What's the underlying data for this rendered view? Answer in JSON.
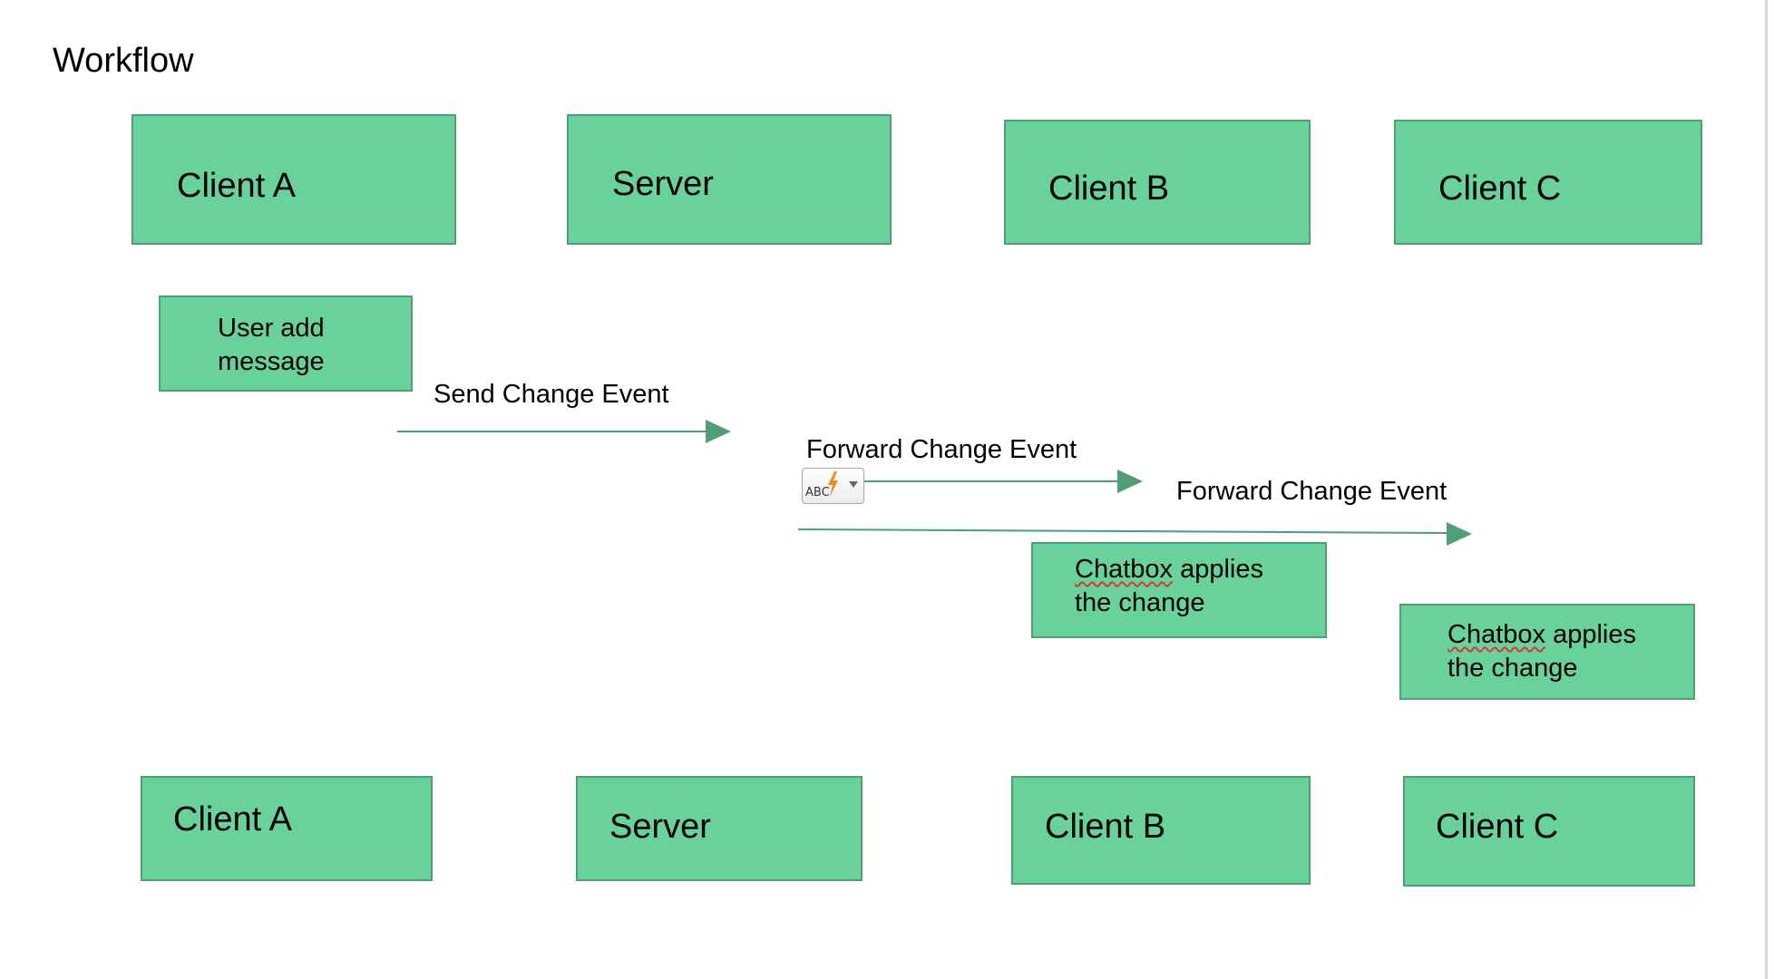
{
  "title": "Workflow",
  "colors": {
    "node_fill": "#68d29a",
    "node_border": "#4f9e74",
    "arrow": "#4f9e74",
    "spellcheck_underline": "#d63a3a"
  },
  "lanes_top": [
    "Client A",
    "Server",
    "Client B",
    "Client C"
  ],
  "lanes_bottom": [
    "Client A",
    "Server",
    "Client B",
    "Client C"
  ],
  "steps": {
    "user_add": "User add\nmessage",
    "chatbox_b": {
      "word": "Chatbox",
      "rest": " applies\nthe change"
    },
    "chatbox_c": {
      "word": "Chatbox",
      "rest": " applies\nthe change"
    }
  },
  "arrows": {
    "send": "Send Change Event",
    "forward_b": "Forward Change Event",
    "forward_c": "Forward Change Event"
  },
  "autocorrect": {
    "icon": "autocorrect-lightning-icon",
    "text": "ABC"
  }
}
